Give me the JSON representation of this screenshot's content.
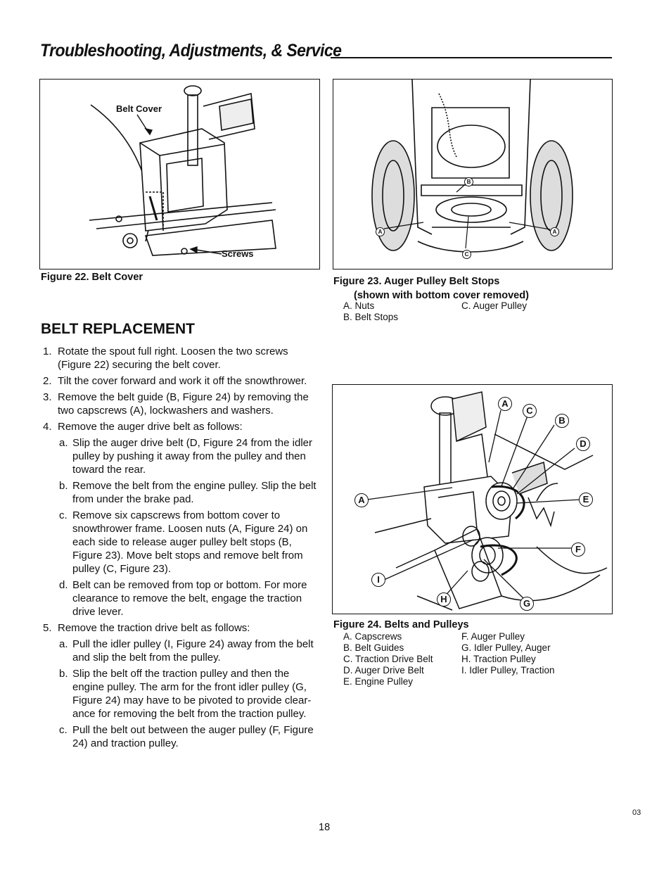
{
  "header": {
    "title": "Troubleshooting, Adjustments, & Service"
  },
  "figure22": {
    "labels": {
      "belt_cover": "Belt Cover",
      "screws": "Screws"
    },
    "caption": "Figure 22. Belt Cover"
  },
  "figure23": {
    "callouts": {
      "a": "A",
      "b": "B",
      "c": "C"
    },
    "caption_line1": "Figure 23. Auger Pulley Belt Stops",
    "caption_line2": "(shown with bottom cover removed)",
    "legend": [
      "A.  Nuts",
      "B.  Belt Stops",
      "C.  Auger Pulley"
    ]
  },
  "figure24": {
    "callouts": {
      "a": "A",
      "b": "B",
      "c": "C",
      "d": "D",
      "e": "E",
      "f": "F",
      "g": "G",
      "h": "H",
      "i": "I"
    },
    "caption": "Figure 24. Belts and Pulleys",
    "legend": [
      "A.  Capscrews",
      "B.  Belt Guides",
      "C.  Traction Drive Belt",
      "D.  Auger Drive Belt",
      "E.  Engine Pulley",
      "F.  Auger Pulley",
      "G.  Idler Pulley, Auger",
      "H.  Traction Pulley",
      "I.   Idler Pulley, Traction"
    ]
  },
  "section": {
    "heading": "BELT REPLACEMENT",
    "steps": [
      {
        "num": "1.",
        "text": "Rotate the spout full right. Loosen the two screws (Figure 22) securing the belt cover."
      },
      {
        "num": "2.",
        "text": "Tilt the cover forward and work it off the snowthrower."
      },
      {
        "num": "3.",
        "text": "Remove the belt guide (B, Figure 24) by removing the two capscrews (A), lockwashers and washers."
      },
      {
        "num": "4.",
        "text": "Remove the auger drive belt as follows:"
      },
      {
        "num": "a.",
        "text": "Slip the auger drive belt (D, Figure 24 from the idler pulley by pushing it away from the pulley and then toward the rear."
      },
      {
        "num": "b.",
        "text": "Remove the belt from the engine pulley. Slip the belt from under the brake pad."
      },
      {
        "num": "c.",
        "text": "Remove six capscrews from bottom cover to snowthrower frame. Loosen nuts (A, Figure 24) on each side to release auger pulley belt stops (B, Figure 23). Move belt stops and remove belt from pulley (C, Figure 23)."
      },
      {
        "num": "d.",
        "text": "Belt can be removed from top or bottom. For more clearance to remove the belt, engage the traction drive lever."
      },
      {
        "num": "5.",
        "text": "Remove the traction drive belt as follows:"
      },
      {
        "num": "a.",
        "text": "Pull the idler pulley (I, Figure 24) away from the belt and slip the belt from the pulley."
      },
      {
        "num": "b.",
        "text": "Slip the belt off the traction pulley and then the engine pulley. The arm for the front idler pulley (G, Figure 24) may have to be pivoted to provide clear-ance for removing the belt from the traction pulley."
      },
      {
        "num": "c.",
        "text": "Pull the belt out between the auger pulley (F, Figure 24) and traction pulley."
      }
    ]
  },
  "footer": {
    "page_number": "18",
    "code": "03"
  }
}
